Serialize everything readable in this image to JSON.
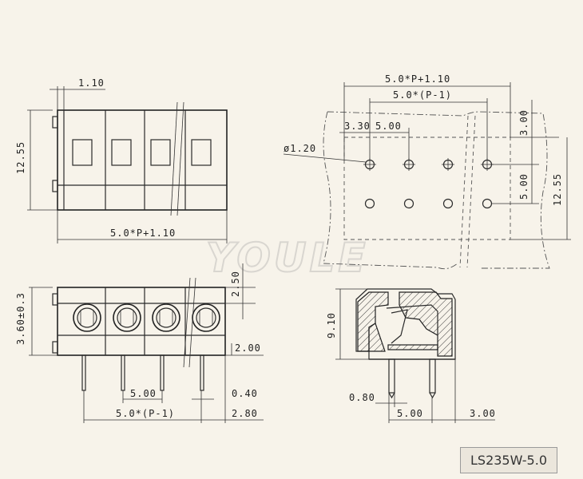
{
  "watermark": "YOULE",
  "part_number": "LS235W-5.0",
  "top_view": {
    "pitch_offset": "1.10",
    "height": "12.55",
    "length": "5.0*P+1.10"
  },
  "front_view": {
    "height": "3.60±0.3",
    "top_offset": "2.50",
    "pin_height": "2.00",
    "pitch": "5.00",
    "pin_width": "0.40",
    "overall": "5.0*(P-1)",
    "end_offset": "2.80"
  },
  "pcb_layout": {
    "overall": "5.0*P+1.10",
    "pitch_span": "5.0*(P-1)",
    "edge_offset": "3.30",
    "pitch": "5.00",
    "hole_diameter": "ø1.20",
    "top_offset": "3.00",
    "row_spacing": "5.00",
    "height": "12.55"
  },
  "side_view": {
    "height": "9.10",
    "pin_width": "0.80",
    "row_spacing": "5.00",
    "offset": "3.00"
  }
}
